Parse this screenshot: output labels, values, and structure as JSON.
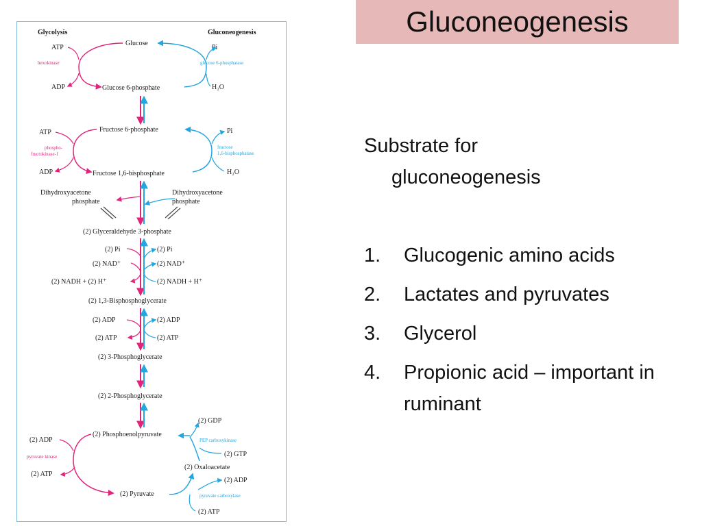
{
  "slide": {
    "title": "Gluconeogenesis",
    "subtitle_line1": "Substrate for",
    "subtitle_line2": "gluconeogenesis",
    "items": [
      {
        "num": "1.",
        "text": "Glucogenic amino acids"
      },
      {
        "num": "2.",
        "text": "Lactates and pyruvates"
      },
      {
        "num": "3.",
        "text": "Glycerol"
      },
      {
        "num": "4.",
        "text": "Propionic acid – important in ruminant"
      }
    ]
  },
  "diagram": {
    "colors": {
      "glycolysis": "#e0247b",
      "gluconeogenesis": "#22a6e0",
      "text": "#1a1a1a"
    },
    "header_glycolysis": "Glycolysis",
    "header_gluconeogenesis": "Gluconeogenesis",
    "glucose": "Glucose",
    "atp_1": "ATP",
    "hexokinase": "hexokinase",
    "adp_1": "ADP",
    "glucose6p": "Glucose 6-phosphate",
    "pi_1": "Pi",
    "g6pase": "glucose 6-phosphatase",
    "h2o_1": "H₂O",
    "f6p": "Fructose 6-phosphate",
    "atp_2": "ATP",
    "pfk_1": "phospho-",
    "pfk_2": "fructokinase-1",
    "adp_2": "ADP",
    "pi_2": "Pi",
    "fbpase_1": "fructose",
    "fbpase_2": "1,6-bisphosphatase",
    "h2o_2": "H₂O",
    "f16bp": "Fructose 1,6-bisphosphate",
    "dhap_l1": "Dihydroxyacetone",
    "dhap_l2": "phosphate",
    "dhap_r1": "Dihydroxyacetone",
    "dhap_r2": "phosphate",
    "g3p": "(2) Glyceraldehyde 3-phosphate",
    "pi_l": "(2) Pi",
    "pi_r": "(2) Pi",
    "nad_l": "(2) NAD⁺",
    "nad_r": "(2) NAD⁺",
    "nadh_l": "(2) NADH + (2) H⁺",
    "nadh_r": "(2) NADH + H⁺",
    "bpg": "(2) 1,3-Bisphosphoglycerate",
    "adp_l": "(2) ADP",
    "adp_r": "(2) ADP",
    "atp_l": "(2) ATP",
    "atp_r": "(2) ATP",
    "pg3": "(2) 3-Phosphoglycerate",
    "pg2": "(2) 2-Phosphoglycerate",
    "gdp": "(2) GDP",
    "pep": "(2) Phosphoenolpyruvate",
    "pepck": "PEP carboxykinase",
    "adp_pk": "(2) ADP",
    "pk": "pyruvate kinase",
    "gtp": "(2) GTP",
    "oaa": "(2) Oxaloacetate",
    "atp_pk": "(2) ATP",
    "adp_pc": "(2) ADP",
    "pyruvate": "(2) Pyruvate",
    "pc": "pyruvate carboxylase",
    "atp_pc": "(2) ATP"
  }
}
